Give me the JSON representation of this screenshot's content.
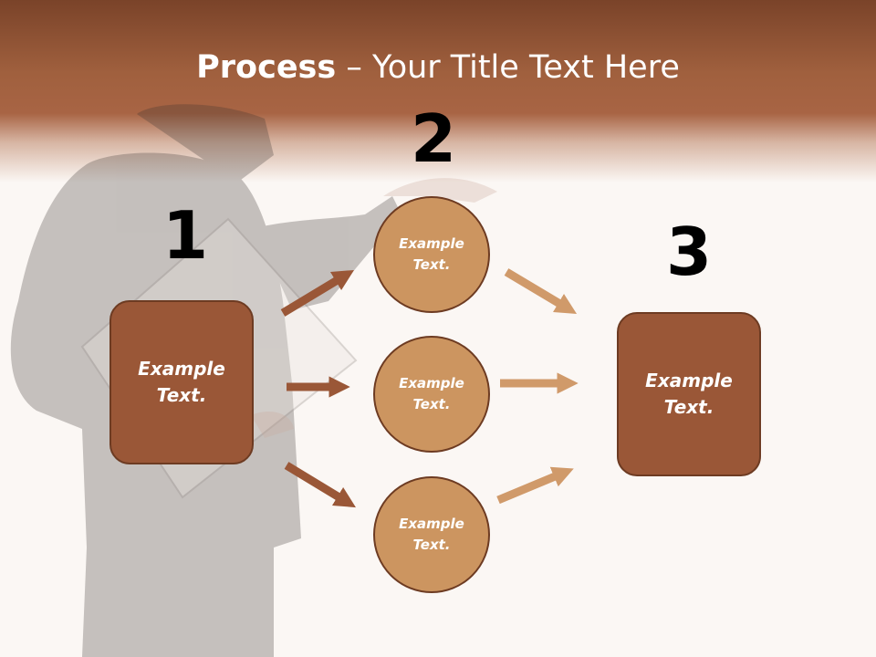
{
  "title": {
    "bold": "Process",
    "rest": " – Your Title Text Here"
  },
  "steps": [
    {
      "number": "1",
      "box_text": "Example\nText."
    },
    {
      "number": "2",
      "circles": [
        "Example\nText.",
        "Example\nText.",
        "Example\nText."
      ]
    },
    {
      "number": "3",
      "box_text": "Example\nText."
    }
  ],
  "colors": {
    "header": "#a0603e",
    "box": "#9a5737",
    "circle": "#cc9560",
    "arrow_left": "#9a5737",
    "arrow_right": "#d09a6a"
  }
}
